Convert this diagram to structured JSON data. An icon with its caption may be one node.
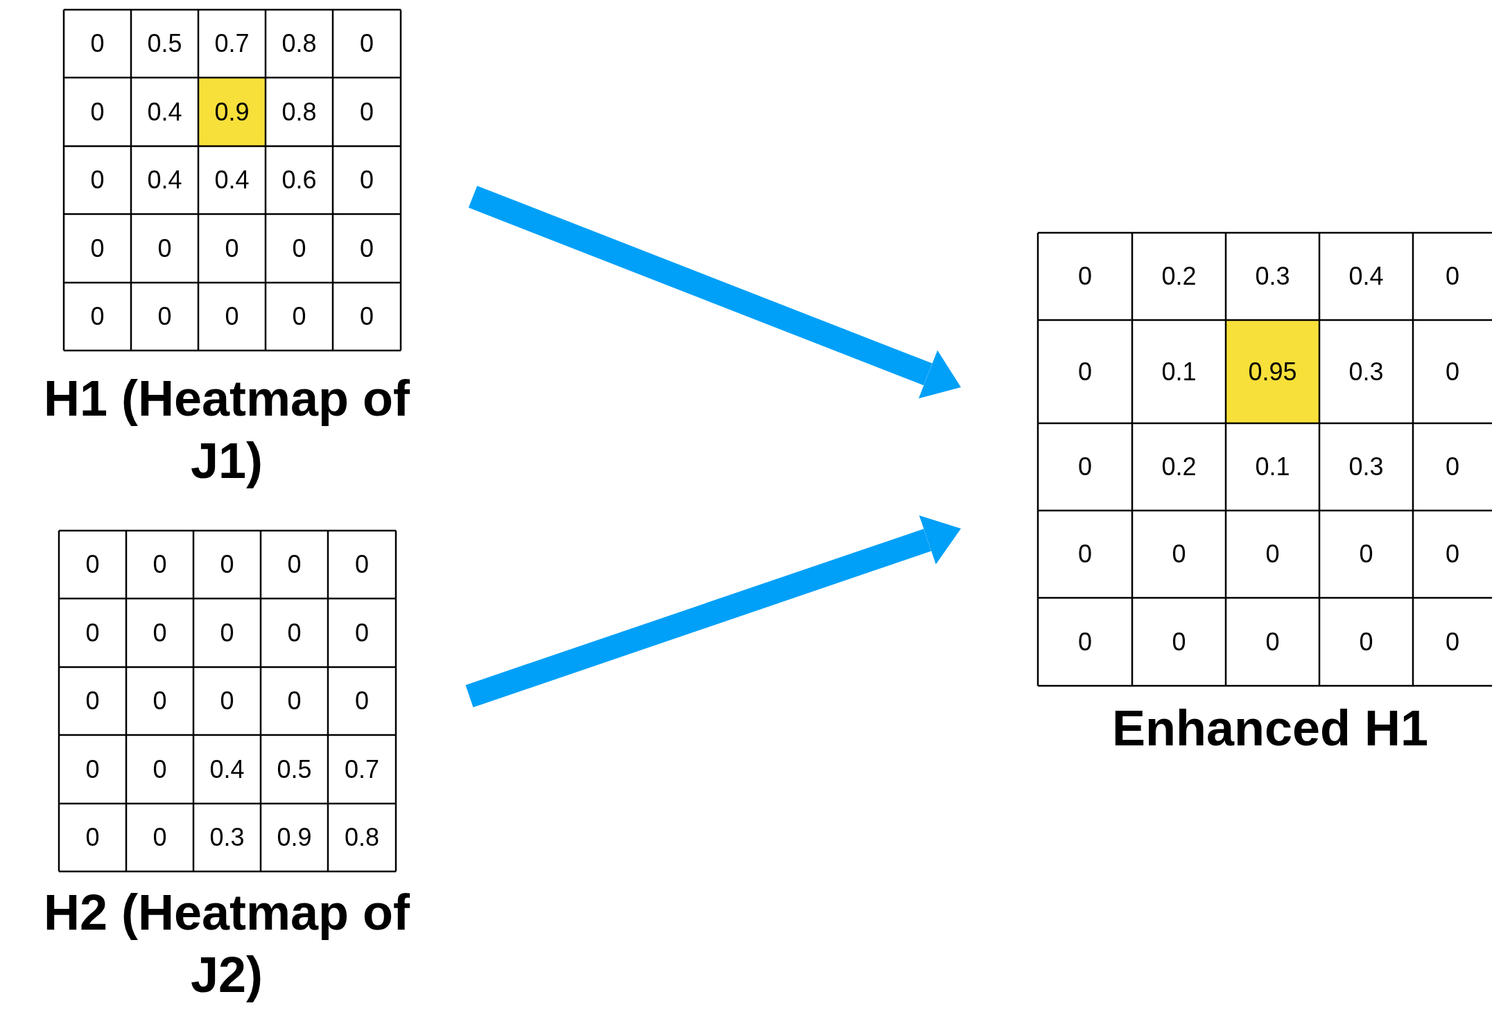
{
  "diagram": {
    "nodes": [
      {
        "text": [
          "H1 (Heatmap of J1)"
        ]
      },
      {
        "text": [
          "H2 (Heatmap of J2)"
        ]
      },
      {
        "text": [
          "Enhanced H1"
        ]
      }
    ],
    "edges": [
      {
        "from": 0,
        "to": 2,
        "arrow": "to"
      },
      {
        "from": 1,
        "to": 2,
        "arrow": "to"
      }
    ],
    "labels": [
      "0",
      "0.5",
      "0.7",
      "0.8",
      "0",
      "0",
      "0.4",
      "0.9",
      "0.8",
      "0",
      "0",
      "0.4",
      "0.4",
      "0.6",
      "0",
      "0",
      "0",
      "0",
      "0",
      "0",
      "0",
      "0",
      "0",
      "0",
      "0",
      "0",
      "0",
      "0",
      "0",
      "0",
      "0",
      "0",
      "0",
      "0",
      "0",
      "0",
      "0",
      "0",
      "0",
      "0",
      "0",
      "0",
      "0.4",
      "0.5",
      "0.7",
      "0",
      "0",
      "0.3",
      "0.9",
      "0.8",
      "0",
      "0.2",
      "0.3",
      "0.4",
      "0",
      "0",
      "0.1",
      "0.95",
      "0.3",
      "0",
      "0",
      "0.2",
      "0.1",
      "0.3",
      "0",
      "0",
      "0",
      "0",
      "0",
      "0",
      "0",
      "0",
      "0",
      "0",
      "0"
    ]
  }
}
